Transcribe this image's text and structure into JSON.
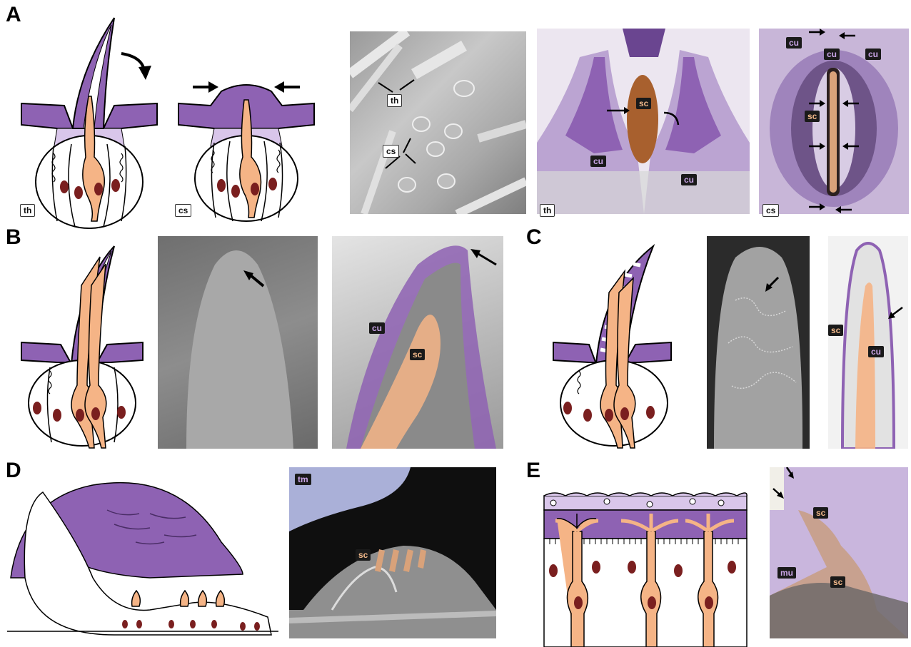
{
  "panels": {
    "A": "A",
    "B": "B",
    "C": "C",
    "D": "D",
    "E": "E"
  },
  "labels": {
    "th": "th",
    "cs": "cs",
    "cu": "cu",
    "sc": "sc",
    "tm": "tm",
    "mu": "mu"
  },
  "colors": {
    "cuticle_purple": "#8e62b3",
    "cuticle_light": "#d9c6ea",
    "sensory_cell_orange": "#f5b486",
    "nucleus": "#7a1f1f"
  }
}
